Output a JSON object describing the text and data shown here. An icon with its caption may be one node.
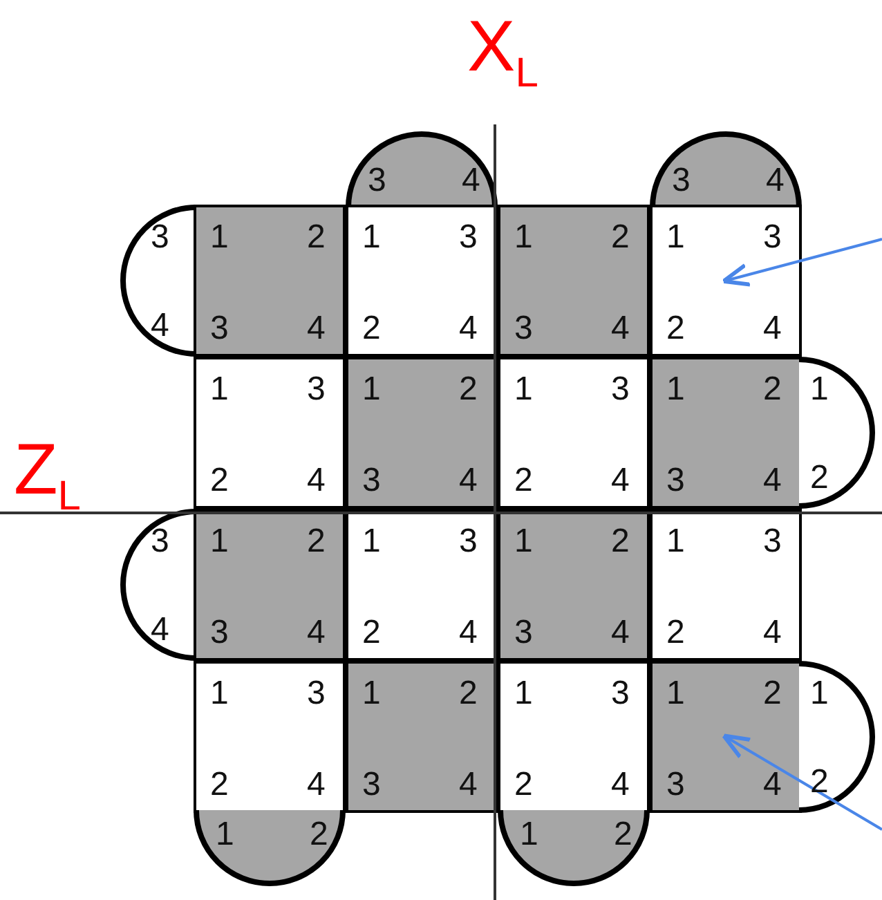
{
  "diagram": {
    "nodes": [
      {
        "text": [
          "3",
          "4"
        ]
      },
      {
        "text": [
          "3",
          "4"
        ]
      },
      {
        "text": [
          "3",
          "4"
        ]
      },
      {
        "text": [
          "1",
          "2",
          "3",
          "4"
        ]
      },
      {
        "text": [
          "1",
          "3",
          "2",
          "4"
        ]
      },
      {
        "text": [
          "1",
          "2",
          "3",
          "4"
        ]
      },
      {
        "text": [
          "1",
          "3",
          "2",
          "4"
        ]
      },
      {
        "text": [
          "1",
          "3",
          "2",
          "4"
        ]
      },
      {
        "text": [
          "1",
          "2",
          "3",
          "4"
        ]
      },
      {
        "text": [
          "1",
          "3",
          "2",
          "4"
        ]
      },
      {
        "text": [
          "1",
          "2",
          "3",
          "4"
        ]
      },
      {
        "text": [
          "1",
          "2"
        ]
      },
      {
        "text": [
          "3",
          "4"
        ]
      },
      {
        "text": [
          "1",
          "2",
          "3",
          "4"
        ]
      },
      {
        "text": [
          "1",
          "3",
          "2",
          "4"
        ]
      },
      {
        "text": [
          "1",
          "2",
          "3",
          "4"
        ]
      },
      {
        "text": [
          "1",
          "3",
          "2",
          "4"
        ]
      },
      {
        "text": [
          "1",
          "3",
          "2",
          "4"
        ]
      },
      {
        "text": [
          "1",
          "2",
          "3",
          "4"
        ]
      },
      {
        "text": [
          "1",
          "3",
          "2",
          "4"
        ]
      },
      {
        "text": [
          "1",
          "2",
          "3",
          "4"
        ]
      },
      {
        "text": [
          "1",
          "2"
        ]
      },
      {
        "text": [
          "1",
          "2"
        ]
      },
      {
        "text": [
          "1",
          "2"
        ]
      }
    ],
    "edges": [
      {
        "from": null,
        "to": 6,
        "arrow": "to",
        "color": "#4a86e8"
      },
      {
        "from": null,
        "to": 20,
        "arrow": "to",
        "color": "#4a86e8"
      }
    ],
    "labels": [
      "X$_{L}$",
      "Z$_{L}$"
    ]
  }
}
